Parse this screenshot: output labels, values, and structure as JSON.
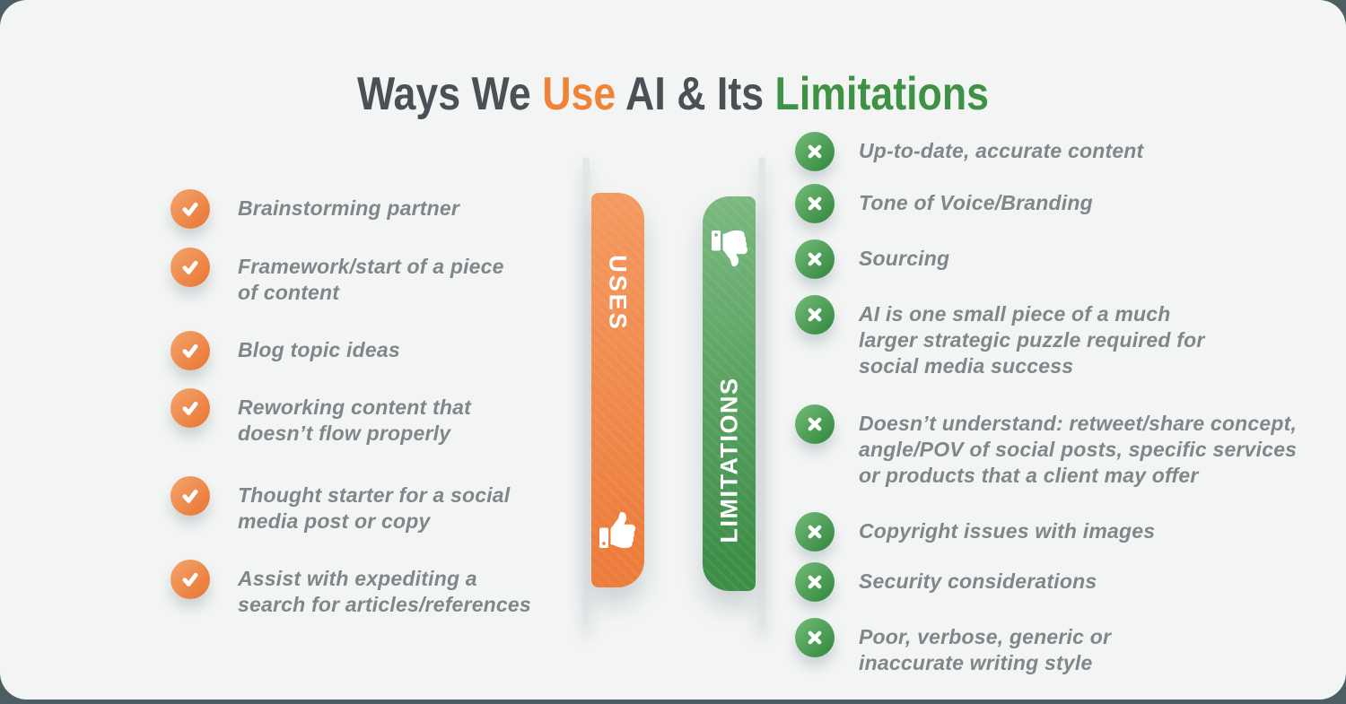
{
  "title": {
    "segments": [
      {
        "text": "Ways We ",
        "color": "dark"
      },
      {
        "text": "Use",
        "color": "orange"
      },
      {
        "text": " AI & Its ",
        "color": "dark"
      },
      {
        "text": "Limitations",
        "color": "green"
      }
    ]
  },
  "uses": {
    "bar_label": "USES",
    "bar_icon": "thumbs-up-icon",
    "item_icon": "check-icon",
    "items": [
      "Brainstorming partner",
      "Framework/start of a piece\nof content",
      "Blog topic ideas",
      "Reworking content that\ndoesn’t flow properly",
      "Thought starter for a social\nmedia post or copy",
      "Assist with expediting a\nsearch for articles/references"
    ]
  },
  "limitations": {
    "bar_label": "LIMITATIONS",
    "bar_icon": "thumbs-down-icon",
    "item_icon": "x-icon",
    "items": [
      "Up-to-date, accurate content",
      "Tone of Voice/Branding",
      "Sourcing",
      "AI is one small piece of a much\nlarger strategic puzzle required for\nsocial media success",
      "Doesn’t understand: retweet/share concept,\nangle/POV of social posts, specific services\nor products that a client may offer",
      "Copyright issues with images",
      "Security considerations",
      "Poor, verbose, generic or\ninaccurate writing style"
    ]
  },
  "colors": {
    "accent_orange": "#EF8337",
    "accent_green": "#3F9145",
    "title_dark": "#4A5156",
    "list_text_gray": "#81868A",
    "card_background": "#F3F5F4",
    "outer_background": "#4D5D64",
    "rail_gray": "#E4E7E9",
    "bar_orange_gradient": [
      "#F49A61",
      "#EC7D3C"
    ],
    "bar_green_gradient": [
      "#7CB980",
      "#3E8E48"
    ]
  }
}
